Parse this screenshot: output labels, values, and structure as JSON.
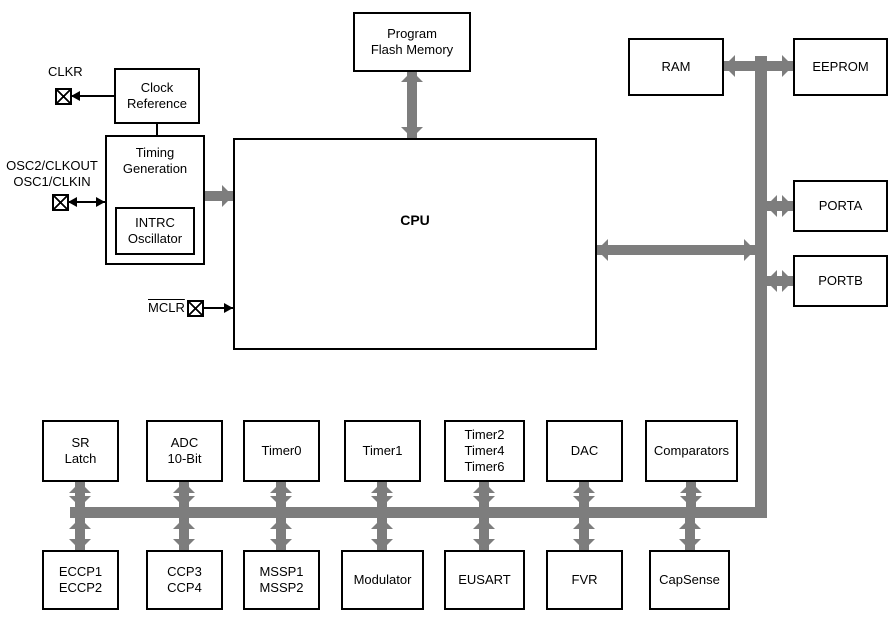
{
  "colors": {
    "arrow_gray": "#7d7d7d",
    "box_border": "#000000",
    "background": "#ffffff"
  },
  "blocks": {
    "flash": "Program\nFlash Memory",
    "ram": "RAM",
    "eeprom": "EEPROM",
    "clock_reference": "Clock\nReference",
    "timing_generation": "Timing\nGeneration",
    "intrc_oscillator": "INTRC\nOscillator",
    "cpu": "CPU",
    "porta": "PORTA",
    "portb": "PORTB"
  },
  "pins": {
    "clkr": "CLKR",
    "osc2": "OSC2/CLKOUT",
    "osc1": "OSC1/CLKIN",
    "mclr": "MCLR"
  },
  "peripherals_row1": [
    {
      "label": "SR\nLatch"
    },
    {
      "label": "ADC\n10-Bit"
    },
    {
      "label": "Timer0"
    },
    {
      "label": "Timer1"
    },
    {
      "label": "Timer2\nTimer4\nTimer6"
    },
    {
      "label": "DAC"
    },
    {
      "label": "Comparators"
    }
  ],
  "peripherals_row2": [
    {
      "label": "ECCP1\nECCP2"
    },
    {
      "label": "CCP3\nCCP4"
    },
    {
      "label": "MSSP1\nMSSP2"
    },
    {
      "label": "Modulator"
    },
    {
      "label": "EUSART"
    },
    {
      "label": "FVR"
    },
    {
      "label": "CapSense"
    }
  ]
}
